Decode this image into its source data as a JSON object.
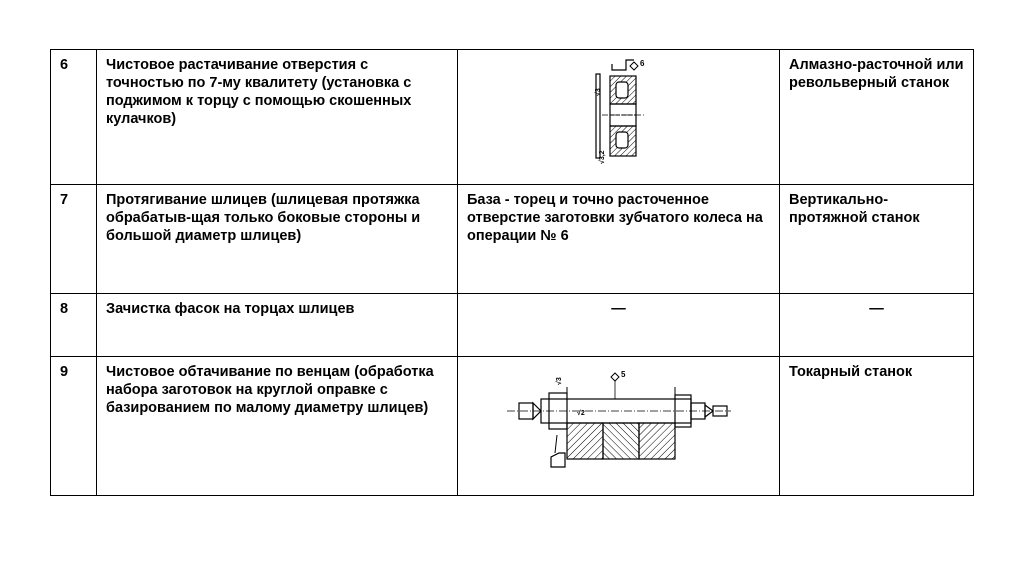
{
  "rows": [
    {
      "num": "6",
      "operation": "Чистовое растачивание отверстия с точностью по 7-му квалитету (установка с поджимом к торцу с помощью скошенных кулачков)",
      "base": "",
      "sketch_labels": [
        "6",
        "√3",
        "√3,2"
      ],
      "machine": "Алмазно-расточной или револьверный станок"
    },
    {
      "num": "7",
      "operation": "Протягивание шлицев (шлицевая протяжка обрабатыв-щая только боковые стороны и большой диаметр шлицев)",
      "base": "База - торец и точно расточенное отверстие заготовки зубчатого колеса на операции № 6",
      "machine": "Вертикально-протяжной станок"
    },
    {
      "num": "8",
      "operation": "Зачистка фасок на торцах шлицев",
      "base": "—",
      "machine": "—"
    },
    {
      "num": "9",
      "operation": "Чистовое обтачивание по венцам (обработка набора заготовок на круглой оправке с базированием по малому диаметру шлицев)",
      "base": "",
      "sketch_labels": [
        "5",
        "√3",
        "√2"
      ],
      "machine": "Токарный станок"
    }
  ]
}
